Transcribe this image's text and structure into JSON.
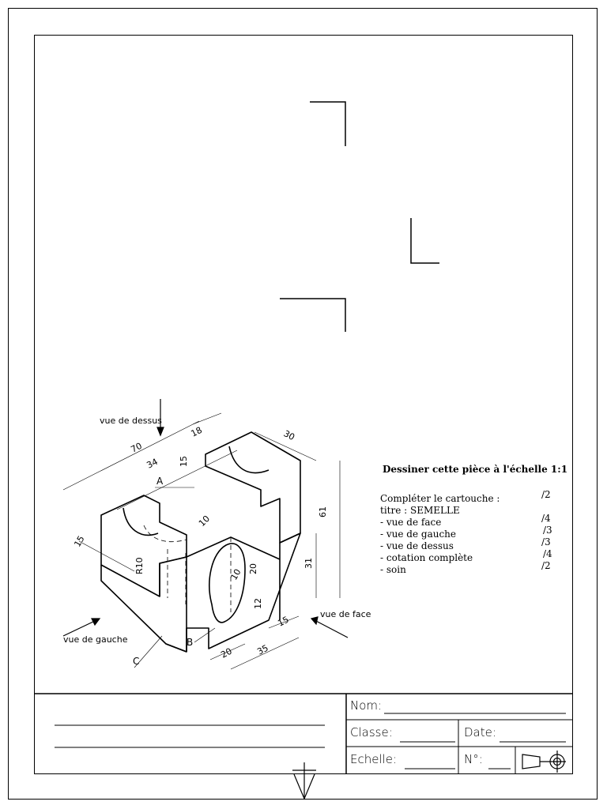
{
  "view_labels": {
    "top": "vue de dessus",
    "left": "vue de gauche",
    "front": "vue de face"
  },
  "surface_labels": [
    "A",
    "B",
    "C"
  ],
  "dimensions": [
    "70",
    "34",
    "18",
    "30",
    "15",
    "61",
    "31",
    "15",
    "R10",
    "10",
    "20",
    "10",
    "12",
    "20",
    "35",
    "15"
  ],
  "instructions": {
    "title": "Dessiner cette pièce à l'échelle 1:1",
    "items": [
      {
        "label": "Compléter le cartouche :",
        "score": "/2"
      },
      {
        "label": "titre : SEMELLE",
        "score": ""
      },
      {
        "label": "- vue de face",
        "score": "/4"
      },
      {
        "label": "- vue de gauche",
        "score": "/3"
      },
      {
        "label": "- vue de dessus",
        "score": "/3"
      },
      {
        "label": "- cotation complète",
        "score": "/4"
      },
      {
        "label": "- soin",
        "score": "/2"
      }
    ]
  },
  "title_block": {
    "nom": "Nom:",
    "classe": "Classe:",
    "date": "Date:",
    "echelle": "Echelle:",
    "numero": "N°:"
  },
  "icons": [
    "projection-symbol-icon",
    "centering-arrow-icon"
  ]
}
